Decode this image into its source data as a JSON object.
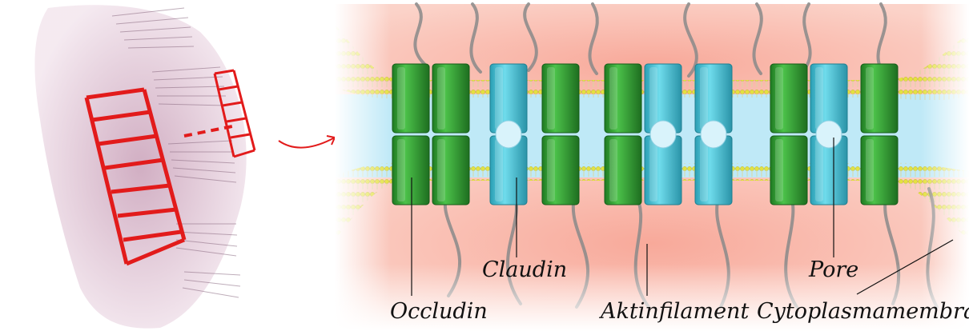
{
  "labels": {
    "occludin": "Occludin",
    "claudin": "Claudin",
    "aktinfilament": "Aktinfilament",
    "pore": "Pore",
    "cytoplasmamembran": "Cytoplasmamembran"
  },
  "colors": {
    "occludin_protein": "#2f9a2f",
    "claudin_protein": "#3fbfd3",
    "membrane_head": "#e4e23a",
    "cytoplasm": "#f7b5a8",
    "intercellular_space": "#bfe9f7",
    "actin": "#8a8a8a",
    "ladder": "#e21b1b",
    "tissue": "#d9b8c8"
  },
  "protein_columns": [
    {
      "type": "occludin",
      "pore": false
    },
    {
      "type": "occludin",
      "pore": false
    },
    {
      "type": "claudin",
      "pore": true
    },
    {
      "type": "occludin",
      "pore": false
    },
    {
      "type": "occludin",
      "pore": false
    },
    {
      "type": "claudin",
      "pore": true
    },
    {
      "type": "claudin",
      "pore": true
    },
    {
      "type": "occludin",
      "pore": false
    },
    {
      "type": "claudin",
      "pore": true
    },
    {
      "type": "occludin",
      "pore": false
    }
  ]
}
